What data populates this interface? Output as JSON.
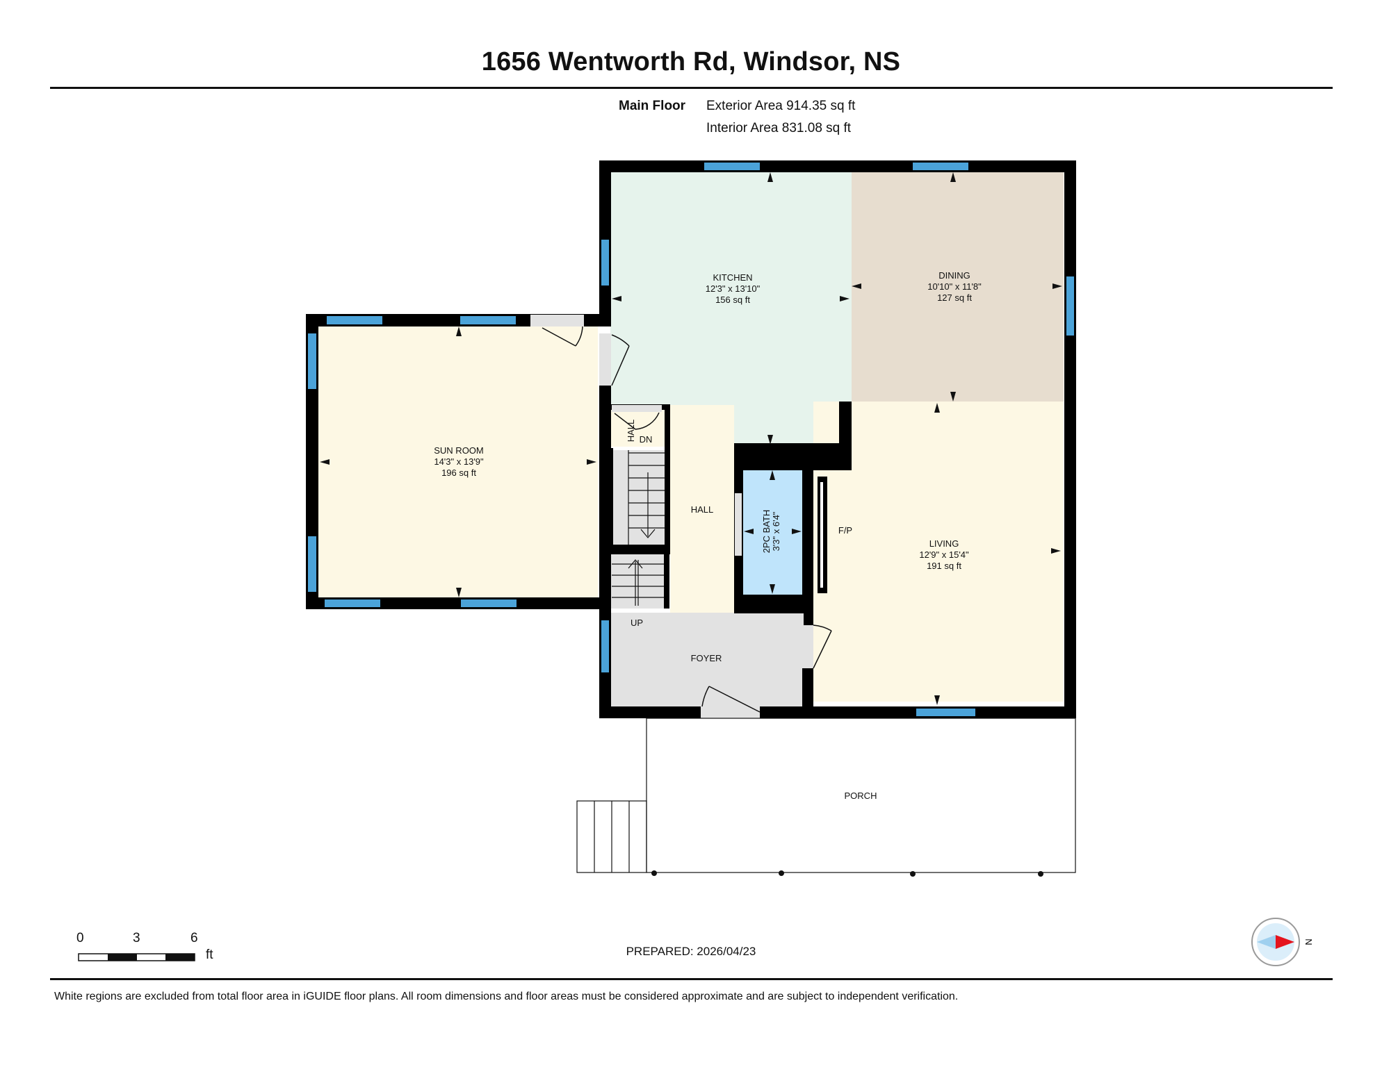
{
  "title": "1656 Wentworth Rd, Windsor, NS",
  "floor": {
    "name": "Main Floor",
    "exterior_area": "Exterior Area 914.35 sq ft",
    "interior_area": "Interior Area 831.08 sq ft"
  },
  "rooms": {
    "kitchen": {
      "name": "KITCHEN",
      "dims": "12'3\" x 13'10\"",
      "area": "156 sq ft"
    },
    "dining": {
      "name": "DINING",
      "dims": "10'10\" x 11'8\"",
      "area": "127 sq ft"
    },
    "sunroom": {
      "name": "SUN ROOM",
      "dims": "14'3\" x 13'9\"",
      "area": "196 sq ft"
    },
    "living": {
      "name": "LIVING",
      "dims": "12'9\" x 15'4\"",
      "area": "191 sq ft"
    },
    "bath": {
      "name": "2PC BATH",
      "dims": "3'3\" x 6'4\""
    },
    "hall": "HALL",
    "hall_small": "HALL",
    "foyer": "FOYER",
    "porch": "PORCH",
    "fireplace": "F/P",
    "stairs_down": "DN",
    "stairs_up": "UP"
  },
  "scale": {
    "labels": [
      "0",
      "3",
      "6"
    ],
    "unit": "ft"
  },
  "compass": {
    "label": "N"
  },
  "prepared": "PREPARED: 2026/04/23",
  "disclaimer": "White regions are excluded from total floor area in iGUIDE floor plans. All room dimensions and floor areas must be considered approximate and are subject to independent verification.",
  "colors": {
    "wall": "#000000",
    "window": "#4ba3d9",
    "kitchen": "#e6f3ec",
    "dining": "#e7ddcf",
    "sunroom": "#fdf8e4",
    "living": "#fdf8e4",
    "hall": "#fdf8e4",
    "bath": "#bfe4fb",
    "foyer": "#e2e2e2",
    "stairs": "#e2e2e2",
    "compass_arrow": "#e5141d"
  }
}
